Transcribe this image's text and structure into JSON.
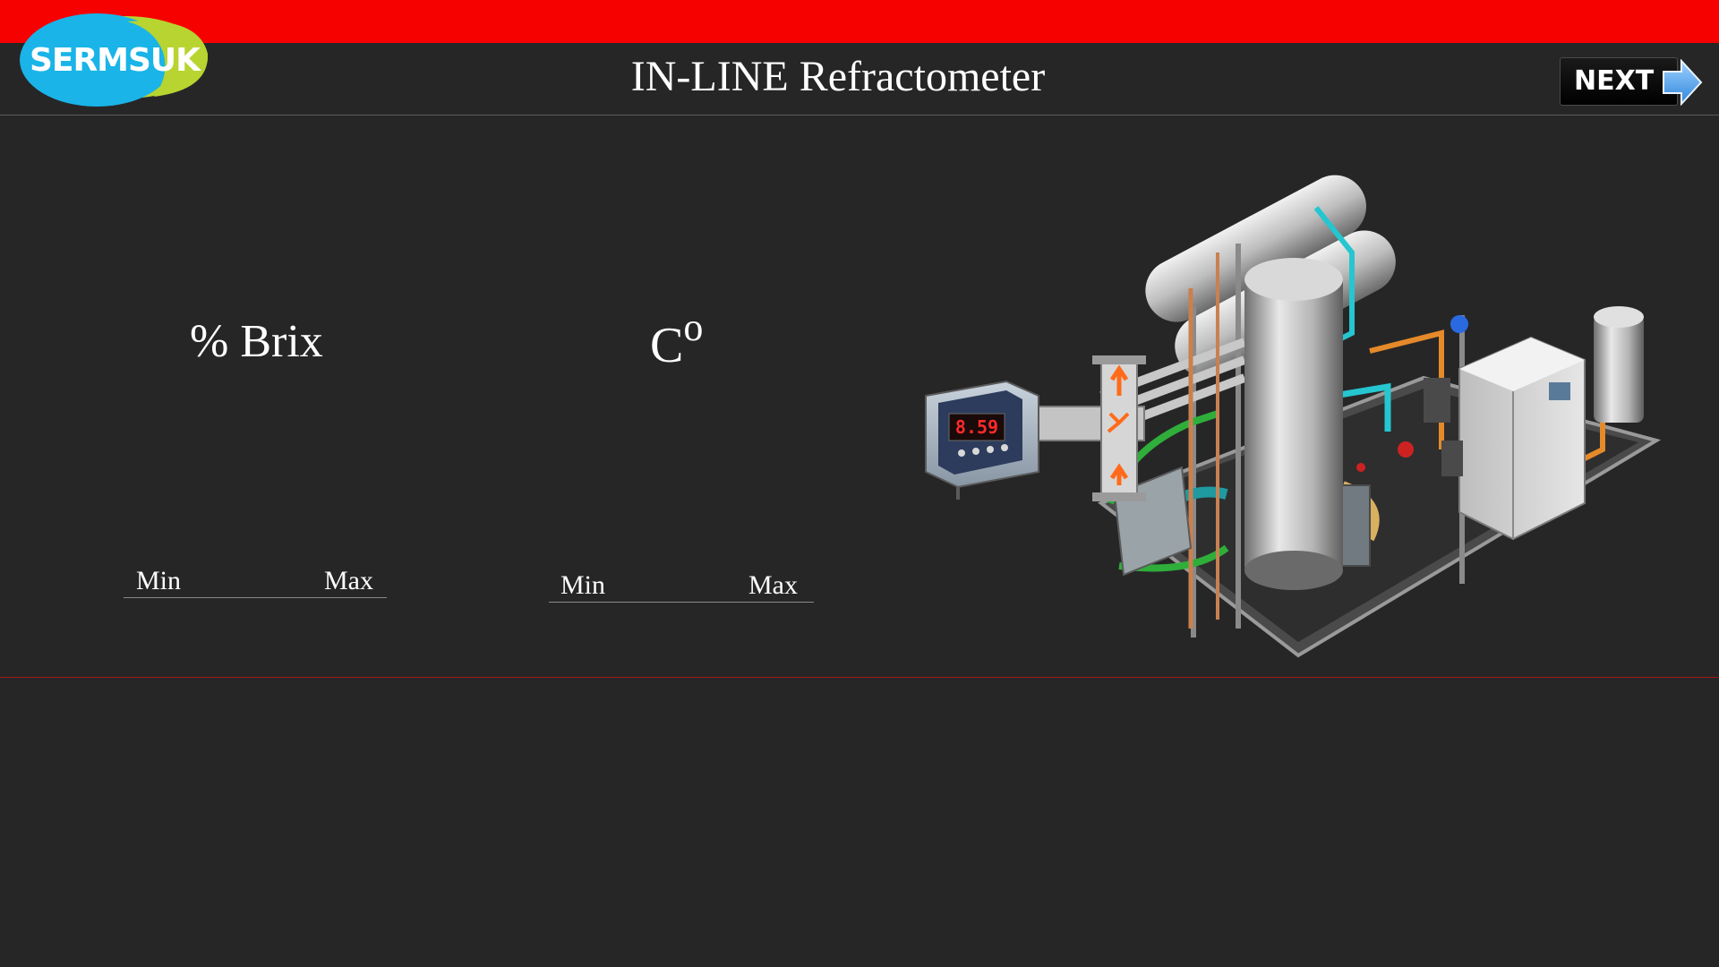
{
  "header": {
    "logo_text": "SERMSUK",
    "title": "IN-LINE Refractometer",
    "next_label": "NEXT"
  },
  "gauges": {
    "brix": {
      "label": "% Brix",
      "min_label": "Min",
      "max_label": "Max"
    },
    "temperature": {
      "label": "C",
      "unit_suffix": "o",
      "min_label": "Min",
      "max_label": "Max"
    }
  },
  "illustration": {
    "display_reading": "8.59"
  },
  "colors": {
    "top_bar": "#f70000",
    "background": "#272627",
    "logo_blue": "#1ab4e8",
    "logo_green": "#b8d430",
    "next_arrow": "#3a9be8"
  }
}
